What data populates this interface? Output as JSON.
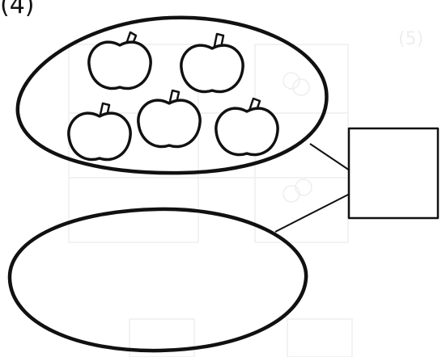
{
  "problem_label": "(4)",
  "top_group": {
    "apples_count": 5
  },
  "bottom_group": {
    "apples_count": 0
  },
  "answer_box": {
    "value": ""
  },
  "colors": {
    "ink": "#111111",
    "background": "#ffffff"
  }
}
